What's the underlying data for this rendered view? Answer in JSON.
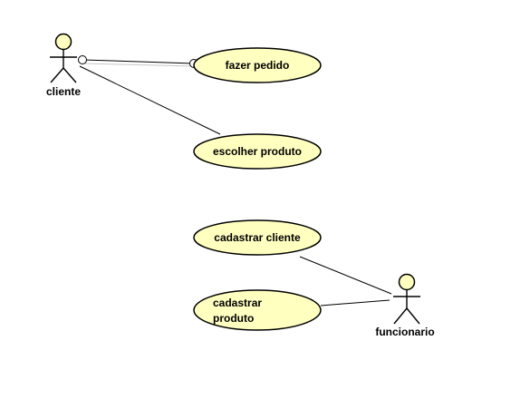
{
  "diagram": {
    "type": "use-case",
    "colors": {
      "background": "#ffffff",
      "usecase_fill": "#ffffc0",
      "actor_fill": "#ffffc0",
      "stroke": "#000000"
    },
    "actors": [
      {
        "id": "cliente",
        "label": "cliente"
      },
      {
        "id": "funcionario",
        "label": "funcionario"
      }
    ],
    "use_cases": [
      {
        "id": "fazer-pedido",
        "lines": [
          "fazer pedido"
        ]
      },
      {
        "id": "escolher-produto",
        "lines": [
          "escolher produto"
        ]
      },
      {
        "id": "cadastrar-cliente",
        "lines": [
          "cadastrar cliente"
        ]
      },
      {
        "id": "cadastrar-produto",
        "lines": [
          "cadastrar",
          "produto"
        ]
      }
    ],
    "associations": [
      {
        "from": "cliente",
        "to": "fazer-pedido"
      },
      {
        "from": "cliente",
        "to": "escolher-produto"
      },
      {
        "from": "funcionario",
        "to": "cadastrar-cliente"
      },
      {
        "from": "funcionario",
        "to": "cadastrar-produto"
      }
    ]
  }
}
